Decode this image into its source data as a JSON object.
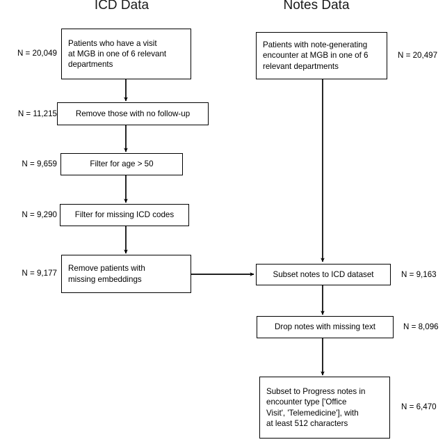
{
  "columns": {
    "icd": {
      "title": "ICD Data"
    },
    "notes": {
      "title": "Notes Data"
    }
  },
  "icd_flow": {
    "nodes": [
      {
        "id": "icd-1",
        "text": "Patients who have a visit\nat MGB in one of 6 relevant\ndepartments",
        "count_label": "N = 20,049"
      },
      {
        "id": "icd-2",
        "text": "Remove those with no follow-up",
        "count_label": "N = 11,215"
      },
      {
        "id": "icd-3",
        "text": "Filter for age > 50",
        "count_label": "N = 9,659"
      },
      {
        "id": "icd-4",
        "text": "Filter for missing ICD codes",
        "count_label": "N = 9,290"
      },
      {
        "id": "icd-5",
        "text": "Remove patients with\nmissing embeddings",
        "count_label": "N = 9,177"
      }
    ]
  },
  "notes_flow": {
    "nodes": [
      {
        "id": "notes-1",
        "text": "Patients with note-generating\nencounter at MGB in one of 6\nrelevant departments",
        "count_label": "N = 20,497"
      },
      {
        "id": "notes-2",
        "text": "Subset notes to ICD dataset",
        "count_label": "N = 9,163"
      },
      {
        "id": "notes-3",
        "text": "Drop notes with missing text",
        "count_label": "N = 8,096"
      },
      {
        "id": "notes-4",
        "text": "Subset to Progress notes in\nencounter type ['Office\nVisit', 'Telemedicine'], with\nat least 512 characters",
        "count_label": "N = 6,470"
      }
    ]
  },
  "chart_data": {
    "type": "diagram",
    "title": "Cohort selection flow diagram",
    "diagram_kind": "flowchart",
    "orientation": "top-to-bottom, two parallel columns with one cross-link",
    "columns": [
      "ICD Data",
      "Notes Data"
    ],
    "steps_icd": [
      {
        "step": 1,
        "label": "Patients who have a visit at MGB in one of 6 relevant departments",
        "n": 20049
      },
      {
        "step": 2,
        "label": "Remove those with no follow-up",
        "n": 11215
      },
      {
        "step": 3,
        "label": "Filter for age > 50",
        "n": 9659
      },
      {
        "step": 4,
        "label": "Filter for missing ICD codes",
        "n": 9290
      },
      {
        "step": 5,
        "label": "Remove patients with missing embeddings",
        "n": 9177
      }
    ],
    "steps_notes": [
      {
        "step": 1,
        "label": "Patients with note-generating encounter at MGB in one of 6 relevant departments",
        "n": 20497
      },
      {
        "step": 2,
        "label": "Subset notes to ICD dataset",
        "n": 9163
      },
      {
        "step": 3,
        "label": "Drop notes with missing text",
        "n": 8096
      },
      {
        "step": 4,
        "label": "Subset to Progress notes in encounter type ['Office Visit', 'Telemedicine'], with at least 512 characters",
        "n": 6470
      }
    ],
    "edges": [
      {
        "from": "icd-1",
        "to": "icd-2",
        "kind": "arrow-down"
      },
      {
        "from": "icd-2",
        "to": "icd-3",
        "kind": "arrow-down"
      },
      {
        "from": "icd-3",
        "to": "icd-4",
        "kind": "arrow-down"
      },
      {
        "from": "icd-4",
        "to": "icd-5",
        "kind": "arrow-down"
      },
      {
        "from": "icd-5",
        "to": "notes-2",
        "kind": "arrow-right"
      },
      {
        "from": "notes-1",
        "to": "notes-2",
        "kind": "arrow-down"
      },
      {
        "from": "notes-2",
        "to": "notes-3",
        "kind": "arrow-down"
      },
      {
        "from": "notes-3",
        "to": "notes-4",
        "kind": "arrow-down"
      }
    ],
    "colors": {
      "background": "#ffffff",
      "stroke": "#000000",
      "text": "#000000"
    }
  }
}
